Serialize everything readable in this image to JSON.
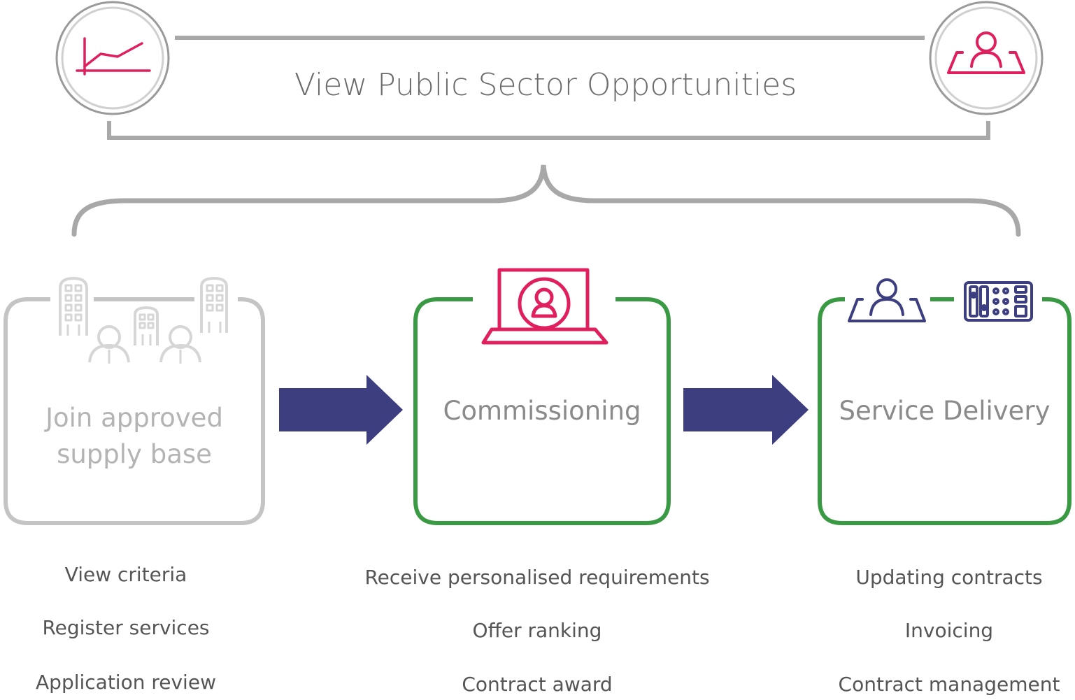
{
  "title": "View Public Sector Opportunities",
  "stages": [
    {
      "name": "Join approved supply base",
      "name_lines": [
        "Join approved",
        "supply base"
      ],
      "state": "inactive",
      "items": [
        "View criteria",
        "Register services",
        "Application review"
      ]
    },
    {
      "name": "Commissioning",
      "state": "active",
      "items": [
        "Receive personalised requirements",
        "Offer ranking",
        "Contract award"
      ]
    },
    {
      "name": "Service Delivery",
      "state": "active",
      "items": [
        "Updating contracts",
        "Invoicing",
        "Contract management"
      ]
    }
  ],
  "icons": {
    "top_left": "line-chart-icon",
    "top_right": "presenter-icon",
    "stage1": "office-buildings-people-icon",
    "stage2": "laptop-user-icon",
    "stage3_a": "presenter-icon",
    "stage3_b": "dashboard-panel-icon"
  },
  "colors": {
    "accent_pink": "#e0205e",
    "navy": "#3c3e80",
    "active_border": "#3a9a43",
    "inactive": "#c4c4c4",
    "bracket": "#a8a8a8"
  }
}
